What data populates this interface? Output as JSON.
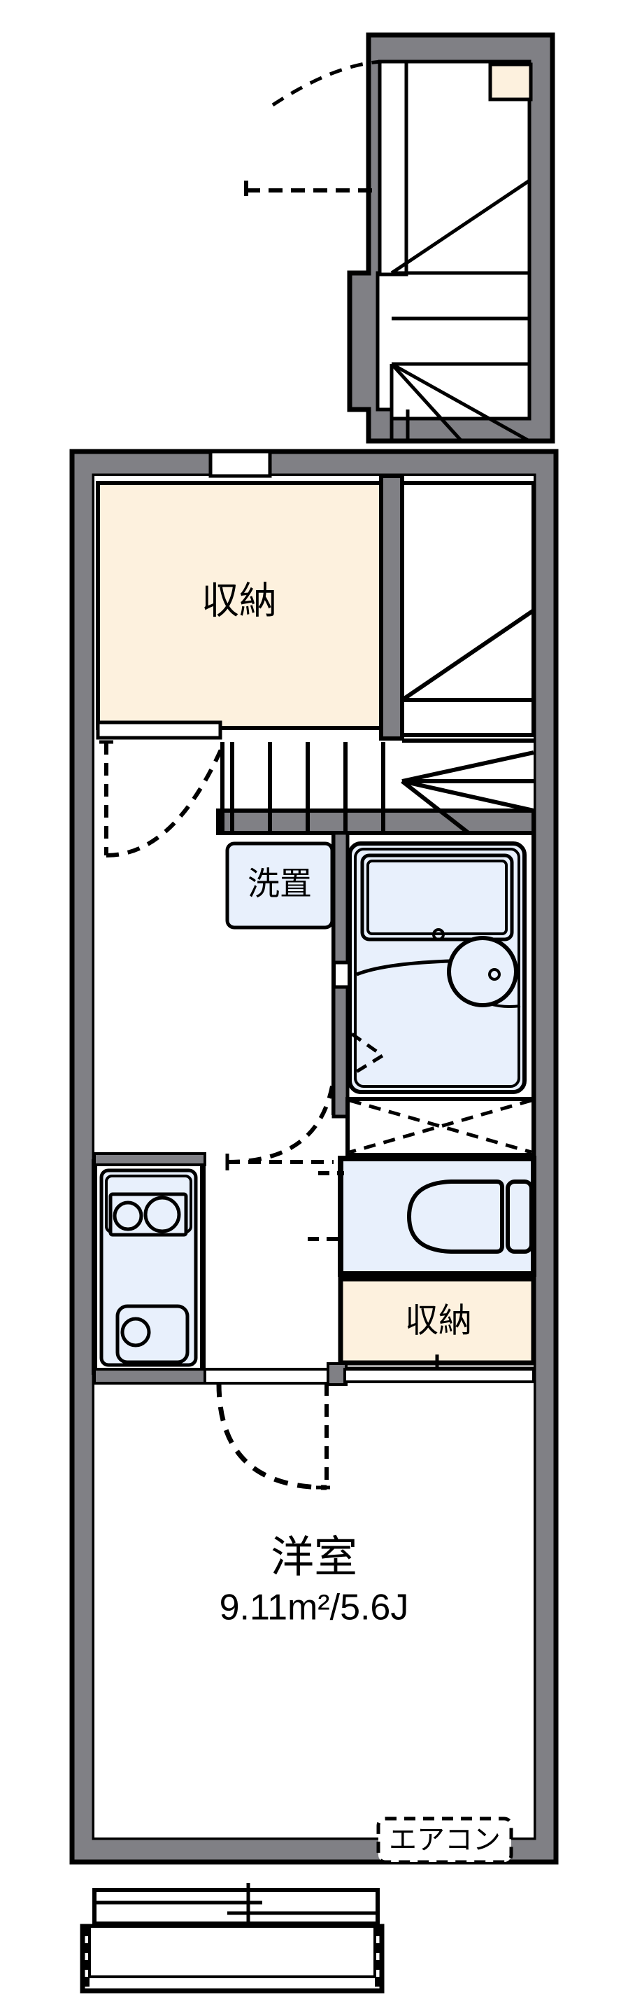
{
  "plan": {
    "type": "apartment-floor-plan",
    "title_visible": false,
    "unit_layout": "1K",
    "colors": {
      "wall_fill": "#808085",
      "outline": "#000000",
      "storage_fill": "#FDF1DE",
      "fixture_fill": "#E8F0FC",
      "floor_fill": "#FFFFFF",
      "background": "#FFFFFF"
    }
  },
  "upper_plan": {
    "name": "entrance-stair-plan",
    "description_visible": false,
    "has_entrance_door_swing": true,
    "has_closet": true,
    "has_spiral_stair": true
  },
  "rooms": [
    {
      "id": "closet-upper",
      "label": "収納",
      "fill": "#FDF1DE",
      "kind": "storage"
    },
    {
      "id": "washer-space",
      "label": "洗置",
      "fill": "#E8F0FC",
      "kind": "laundry"
    },
    {
      "id": "closet-lower",
      "label": "収納",
      "fill": "#FDF1DE",
      "kind": "storage"
    },
    {
      "id": "main-room",
      "label": "洋室",
      "area": "9.11m²/5.6J",
      "area_sqm": "9.11",
      "area_unit": "m²",
      "area_jo": "5.6J",
      "kind": "western-room"
    }
  ],
  "fixtures": [
    {
      "id": "unit-bath",
      "label": "",
      "kind": "bathtub",
      "fill": "#E8F0FC"
    },
    {
      "id": "toilet",
      "label": "",
      "kind": "toilet",
      "fill": "#E8F0FC"
    },
    {
      "id": "kitchen",
      "label": "",
      "kind": "sink-stove",
      "fill": "#E8F0FC",
      "burners": 2
    },
    {
      "id": "stairs-lower",
      "label": "",
      "kind": "stairs"
    },
    {
      "id": "stairs-upper",
      "label": "",
      "kind": "stairs"
    },
    {
      "id": "balcony",
      "label": "",
      "kind": "balcony"
    }
  ],
  "annotations": [
    {
      "id": "aircon-note",
      "label": "エアコン",
      "style": "dashed-box"
    }
  ],
  "labels": {
    "storage_upper": "収納",
    "storage_lower": "収納",
    "washer": "洗置",
    "room_name": "洋室",
    "room_area": "9.11m²/5.6J",
    "aircon": "エアコン"
  }
}
